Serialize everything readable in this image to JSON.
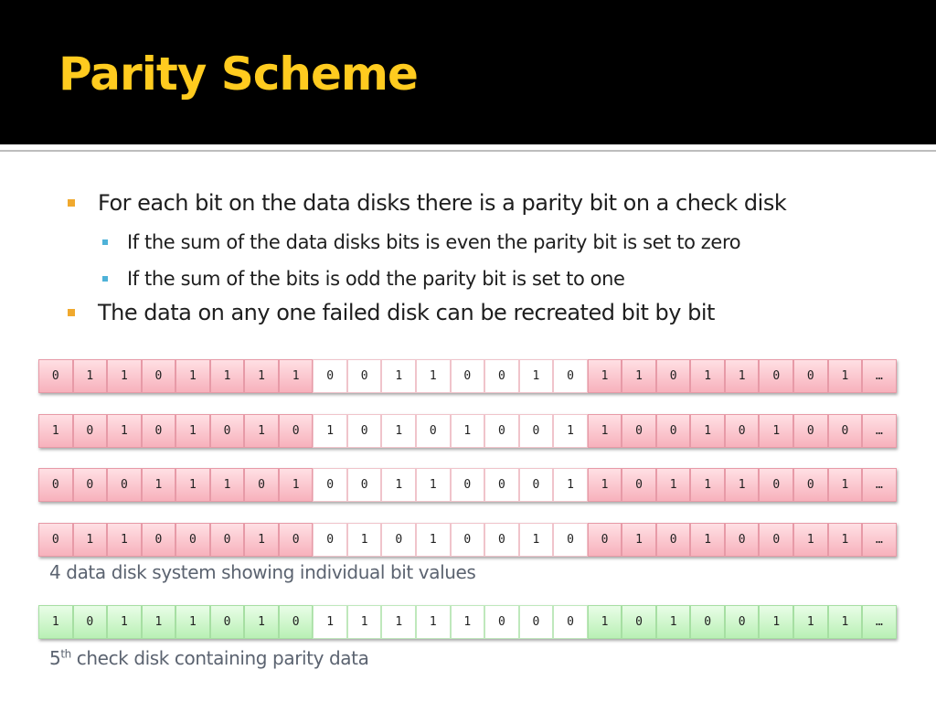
{
  "slide": {
    "title": "Parity Scheme",
    "colors": {
      "title": "#ffcb1f",
      "bullet_l1": "#f0a92e",
      "bullet_l2": "#4eb2d8",
      "data_cell": "#f7b1bc",
      "parity_cell": "#b9f0b5"
    },
    "bullets": [
      {
        "level": 1,
        "text": "For each bit on the data disks there is a parity bit on a check disk"
      },
      {
        "level": 2,
        "text": "If the sum of the data disks bits  is even the parity bit is set to zero"
      },
      {
        "level": 2,
        "text": "If the sum of the bits is odd the parity bit is set to one"
      },
      {
        "level": 1,
        "text": "The data on any one failed disk can be recreated bit by bit"
      }
    ]
  },
  "disks": {
    "data_rows": [
      [
        "0",
        "1",
        "1",
        "0",
        "1",
        "1",
        "1",
        "1",
        "0",
        "0",
        "1",
        "1",
        "0",
        "0",
        "1",
        "0",
        "1",
        "1",
        "0",
        "1",
        "1",
        "0",
        "0",
        "1",
        "…"
      ],
      [
        "1",
        "0",
        "1",
        "0",
        "1",
        "0",
        "1",
        "0",
        "1",
        "0",
        "1",
        "0",
        "1",
        "0",
        "0",
        "1",
        "1",
        "0",
        "0",
        "1",
        "0",
        "1",
        "0",
        "0",
        "…"
      ],
      [
        "0",
        "0",
        "0",
        "1",
        "1",
        "1",
        "0",
        "1",
        "0",
        "0",
        "1",
        "1",
        "0",
        "0",
        "0",
        "1",
        "1",
        "0",
        "1",
        "1",
        "1",
        "0",
        "0",
        "1",
        "…"
      ],
      [
        "0",
        "1",
        "1",
        "0",
        "0",
        "0",
        "1",
        "0",
        "0",
        "1",
        "0",
        "1",
        "0",
        "0",
        "1",
        "0",
        "0",
        "1",
        "0",
        "1",
        "0",
        "0",
        "1",
        "1",
        "…"
      ]
    ],
    "data_caption": "4 data disk system showing individual bit values",
    "parity_row": [
      "1",
      "0",
      "1",
      "1",
      "1",
      "0",
      "1",
      "0",
      "1",
      "1",
      "1",
      "1",
      "1",
      "0",
      "0",
      "0",
      "1",
      "0",
      "1",
      "0",
      "0",
      "1",
      "1",
      "1",
      "…"
    ],
    "parity_caption_num": "5",
    "parity_caption_sup": "th",
    "parity_caption_rest": " check disk containing parity data"
  }
}
